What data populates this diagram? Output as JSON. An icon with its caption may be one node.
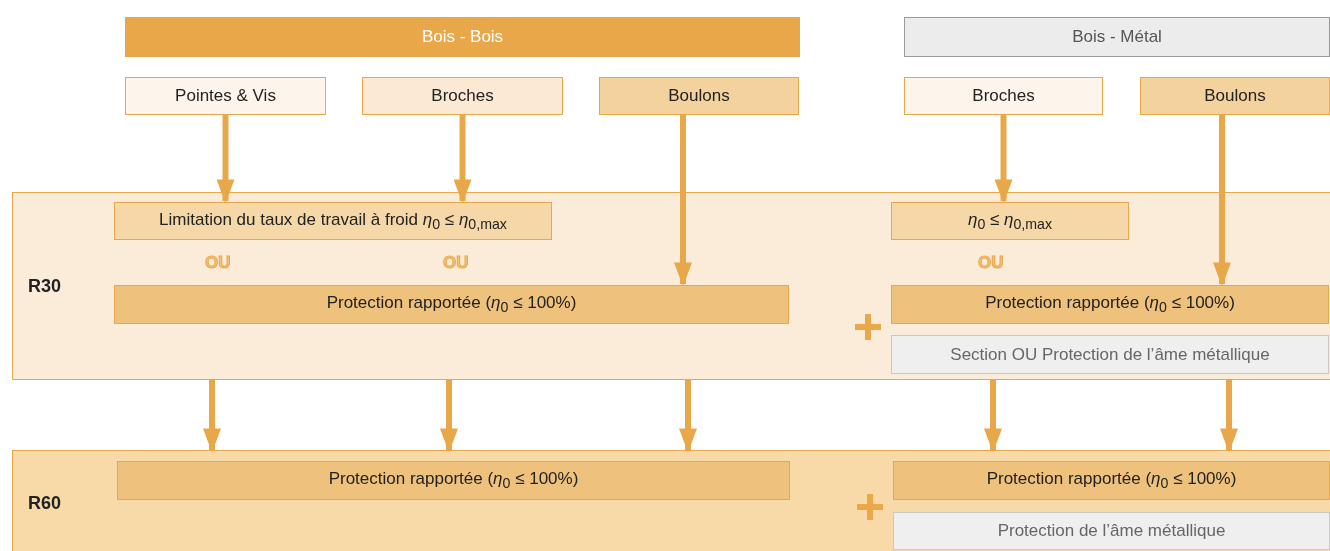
{
  "diagram": {
    "nodes": [
      {
        "text": [
          "Bois - Bois"
        ]
      },
      {
        "text": [
          "Pointes & Vis"
        ]
      },
      {
        "text": [
          "Broches"
        ]
      },
      {
        "text": [
          "Boulons"
        ]
      },
      {
        "text": [
          "Bois - Métal"
        ]
      },
      {
        "text": [
          "Broches"
        ]
      },
      {
        "text": [
          "Boulons"
        ]
      },
      {
        "text": [
          "R30"
        ]
      },
      {
        "text": [
          "Limitation du taux de travail à froid *η*$_{0}$ ≤ *η*$_{0,max}$"
        ],
        "in": 7
      },
      {
        "text": [
          "Protection rapportée (*η*$_{0}$ ≤ 100%)"
        ],
        "in": 7
      },
      {
        "text": [
          "*η*$_{0}$ ≤ *η*$_{0,max}$"
        ],
        "in": 7
      },
      {
        "text": [
          "Protection rapportée (*η*$_{0}$ ≤ 100%)"
        ],
        "in": 7
      },
      {
        "text": [
          "Section OU Protection de l’âme métallique"
        ],
        "in": 7
      },
      {
        "text": [
          "R60"
        ]
      },
      {
        "text": [
          "Protection rapportée (*η*$_{0}$ ≤ 100%)"
        ],
        "in": 13
      },
      {
        "text": [
          "Protection rapportée (*η*$_{0}$ ≤ 100%)"
        ],
        "in": 13
      },
      {
        "text": [
          "Protection de l’âme métallique"
        ],
        "in": 13
      }
    ],
    "edges": [
      {
        "from": 1,
        "to": 8,
        "arrow": "to"
      },
      {
        "from": 2,
        "to": 8,
        "arrow": "to"
      },
      {
        "from": 3,
        "to": 9,
        "arrow": "to"
      },
      {
        "from": 5,
        "to": 10,
        "arrow": "to"
      },
      {
        "from": 6,
        "to": 11,
        "arrow": "to"
      },
      {
        "from": 7,
        "to": 13,
        "arrow": "to"
      },
      {
        "from": 7,
        "to": 13,
        "arrow": "to"
      },
      {
        "from": 7,
        "to": 13,
        "arrow": "to"
      },
      {
        "from": 7,
        "to": 13,
        "arrow": "to"
      },
      {
        "from": 7,
        "to": 13,
        "arrow": "to"
      }
    ],
    "labels": [
      "OU",
      "OU",
      "OU"
    ]
  }
}
